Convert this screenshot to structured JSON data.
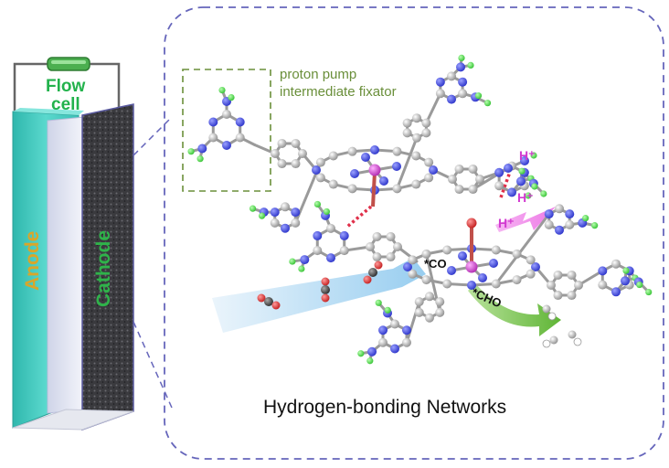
{
  "flow_cell": {
    "line1": "Flow",
    "line2": "cell"
  },
  "electrodes": {
    "anode": "Anode",
    "cathode": "Cathode"
  },
  "fixator_label": {
    "line1": "proton pump",
    "line2": "intermediate fixator"
  },
  "network_title": "Hydrogen-bonding Networks",
  "proton_labels": [
    "H⁺",
    "H⁺",
    "H⁺"
  ],
  "species": {
    "co": "*CO",
    "cho": "*CHO"
  },
  "colors": {
    "anode_panel": "#4fd1c7",
    "cathode_text": "#2fb34a",
    "anode_text": "#d9a62a",
    "resistor": "#4caf50",
    "frame_dash": "#6666bb",
    "fixator_dash": "#6a8f3a",
    "proton": "#d23ad0",
    "arrow_in": "#a7d4f0",
    "arrow_out": "#6cbf3f",
    "metal_center": "#c040c0"
  }
}
